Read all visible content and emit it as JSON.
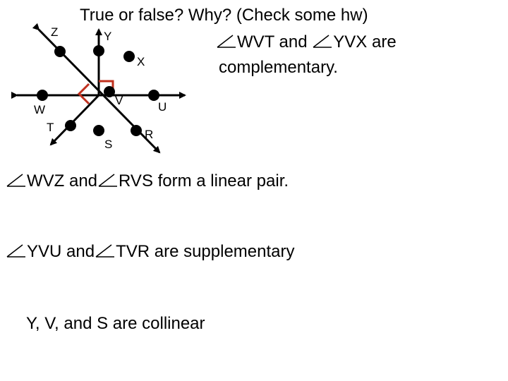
{
  "title": "True or false?  Why?  (Check some hw)",
  "points": {
    "Z": "Z",
    "Y": "Y",
    "X": "X",
    "W": "W",
    "V": "V",
    "U": "U",
    "T": "T",
    "S": "S",
    "R": "R"
  },
  "statements": {
    "s1_angle1": "WVT and",
    "s1_angle2": "YVX are",
    "s1_line2": "complementary.",
    "s2_angle1": "WVZ and",
    "s2_rest": "RVS form a linear pair.",
    "s3_angle1": "YVU and",
    "s3_rest": "TVR are supplementary",
    "s4": "Y, V, and S are collinear"
  },
  "colors": {
    "line": "#000000",
    "right_angle_mark": "#c0301e"
  }
}
